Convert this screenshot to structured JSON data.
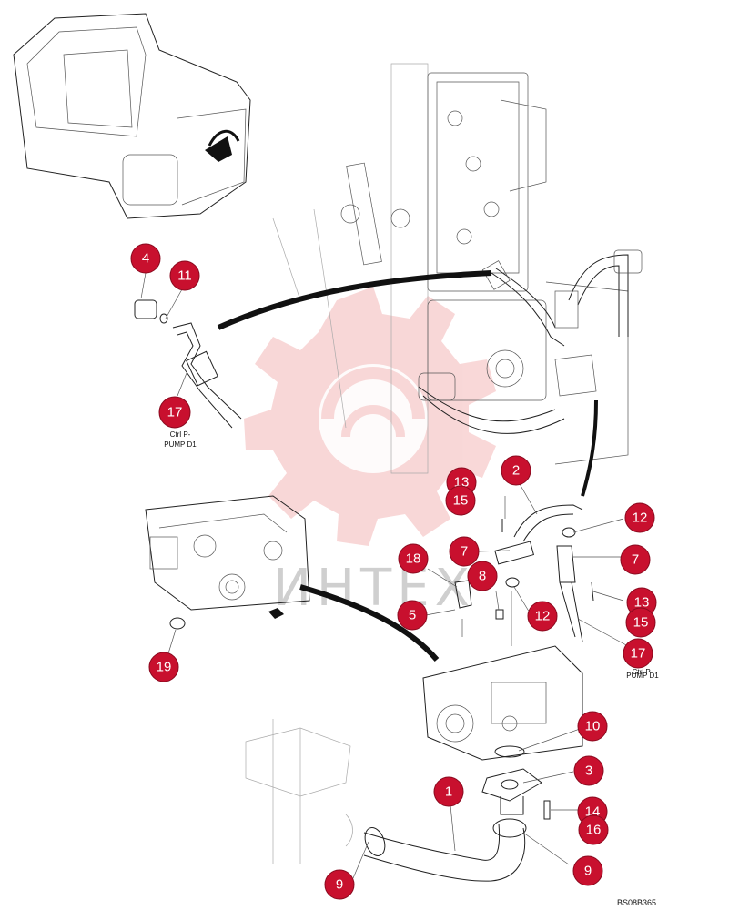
{
  "diagram": {
    "watermark_text": "ИНТЕХ",
    "reference_code": "BS08B365",
    "hose_labels": {
      "upper_left_line1": "Ctrl P-",
      "upper_left_line2": "PUMP D1",
      "lower_right_line1": "Ctrl P-",
      "lower_right_line2": "PUMP D1"
    },
    "callouts": [
      "4",
      "11",
      "17",
      "2",
      "13",
      "15",
      "12",
      "7",
      "18",
      "8",
      "5",
      "12",
      "7",
      "13",
      "15",
      "17",
      "19",
      "10",
      "3",
      "1",
      "14",
      "16",
      "9",
      "9"
    ],
    "colors": {
      "callout_fill": "#c8102e",
      "watermark": "#f4c0c0"
    }
  }
}
